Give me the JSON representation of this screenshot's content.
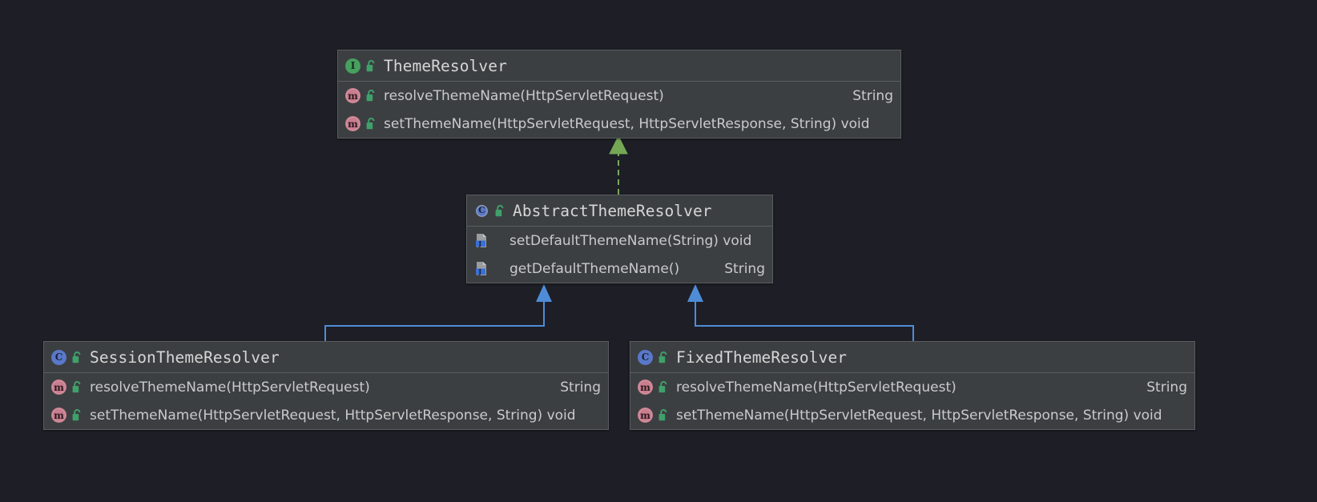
{
  "diagram": {
    "kind": "uml-class-diagram",
    "background_color": "#1d1e26",
    "node_fill_color": "#3c3f41",
    "node_border_color": "#5a5d5f",
    "nodes": [
      {
        "id": "ThemeResolver",
        "stereotype": "interface",
        "icon": "interface-icon",
        "visibility_icon": "public-unlocked-icon",
        "name": "ThemeResolver",
        "members": [
          {
            "icon": "method-icon",
            "visibility_icon": "public-unlocked-icon",
            "signature": "resolveThemeName(HttpServletRequest)",
            "type": "String"
          },
          {
            "icon": "method-icon",
            "visibility_icon": "public-unlocked-icon",
            "signature": "setThemeName(HttpServletRequest, HttpServletResponse, String) void",
            "type": ""
          }
        ]
      },
      {
        "id": "AbstractThemeResolver",
        "stereotype": "class",
        "icon": "class-icon",
        "visibility_icon": "public-unlocked-icon",
        "name": "AbstractThemeResolver",
        "members": [
          {
            "icon": "java-file-icon",
            "visibility_icon": "",
            "signature": "setDefaultThemeName(String) void",
            "type": ""
          },
          {
            "icon": "java-file-icon",
            "visibility_icon": "",
            "signature": "getDefaultThemeName()",
            "type": "String"
          }
        ]
      },
      {
        "id": "SessionThemeResolver",
        "stereotype": "class",
        "icon": "class-icon",
        "visibility_icon": "public-unlocked-icon",
        "name": "SessionThemeResolver",
        "members": [
          {
            "icon": "method-icon",
            "visibility_icon": "public-unlocked-icon",
            "signature": "resolveThemeName(HttpServletRequest)",
            "type": "String"
          },
          {
            "icon": "method-icon",
            "visibility_icon": "public-unlocked-icon",
            "signature": "setThemeName(HttpServletRequest, HttpServletResponse, String) void",
            "type": ""
          }
        ]
      },
      {
        "id": "FixedThemeResolver",
        "stereotype": "class",
        "icon": "class-icon",
        "visibility_icon": "public-unlocked-icon",
        "name": "FixedThemeResolver",
        "members": [
          {
            "icon": "method-icon",
            "visibility_icon": "public-unlocked-icon",
            "signature": "resolveThemeName(HttpServletRequest)",
            "type": "String"
          },
          {
            "icon": "method-icon",
            "visibility_icon": "public-unlocked-icon",
            "signature": "setThemeName(HttpServletRequest, HttpServletResponse, String) void",
            "type": ""
          }
        ]
      }
    ],
    "edges": [
      {
        "from": "AbstractThemeResolver",
        "to": "ThemeResolver",
        "relation": "realization",
        "style": "dashed",
        "color": "#7aa85c",
        "arrow": "hollow-triangle-filled-green"
      },
      {
        "from": "SessionThemeResolver",
        "to": "AbstractThemeResolver",
        "relation": "generalization",
        "style": "solid",
        "color": "#4f8cd6",
        "arrow": "triangle"
      },
      {
        "from": "FixedThemeResolver",
        "to": "AbstractThemeResolver",
        "relation": "generalization",
        "style": "solid",
        "color": "#4f8cd6",
        "arrow": "triangle"
      }
    ]
  }
}
